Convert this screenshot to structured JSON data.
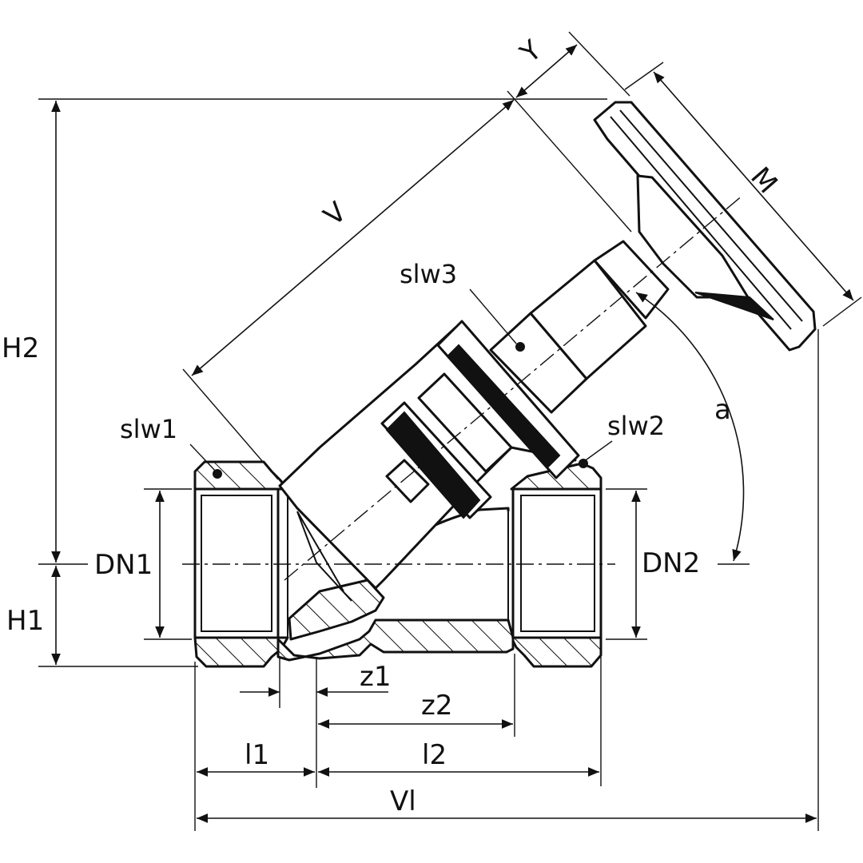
{
  "diagram": {
    "title": "Y-pattern globe valve with handwheel – dimension drawing",
    "line_color": "#111111",
    "background": "#ffffff",
    "dimension_labels": {
      "H2": "H2",
      "H1": "H1",
      "DN1": "DN1",
      "DN2": "DN2",
      "V": "V",
      "Y": "Y",
      "M": "M",
      "a": "a",
      "z1": "z1",
      "z2": "z2",
      "l1": "l1",
      "l2": "l2",
      "Vl": "Vl"
    },
    "marker_labels": {
      "slw1": "slw1",
      "slw2": "slw2",
      "slw3": "slw3"
    }
  }
}
